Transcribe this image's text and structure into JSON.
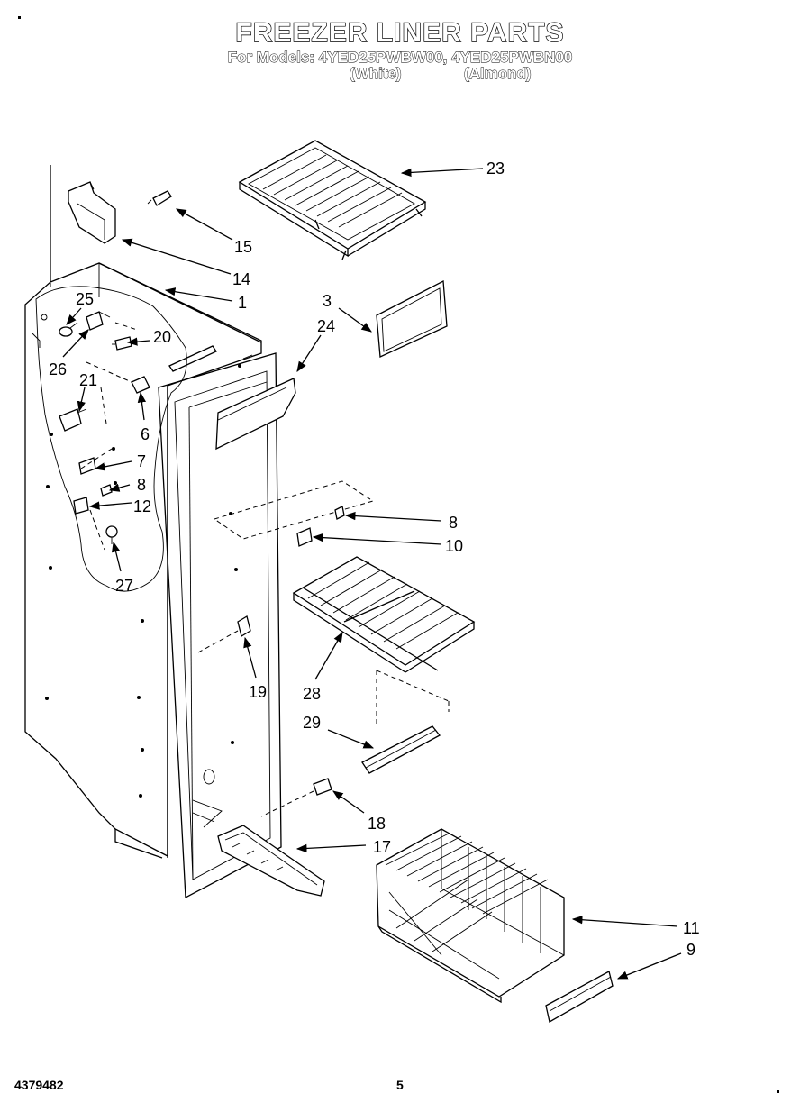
{
  "header": {
    "title": "FREEZER LINER PARTS",
    "subtitle": "For Models: 4YED25PWBW00, 4YED25PWBN00",
    "variant_white": "(White)",
    "variant_almond": "(Almond)"
  },
  "footer": {
    "doc_number": "4379482",
    "page_number": "5"
  },
  "callouts": {
    "c1": "1",
    "c3": "3",
    "c6": "6",
    "c7": "7",
    "c8a": "8",
    "c8b": "8",
    "c9": "9",
    "c10": "10",
    "c11": "11",
    "c12": "12",
    "c14": "14",
    "c15": "15",
    "c17": "17",
    "c18": "18",
    "c19": "19",
    "c20": "20",
    "c21": "21",
    "c23": "23",
    "c24": "24",
    "c25": "25",
    "c26": "26",
    "c27": "27",
    "c28": "28",
    "c29": "29"
  }
}
